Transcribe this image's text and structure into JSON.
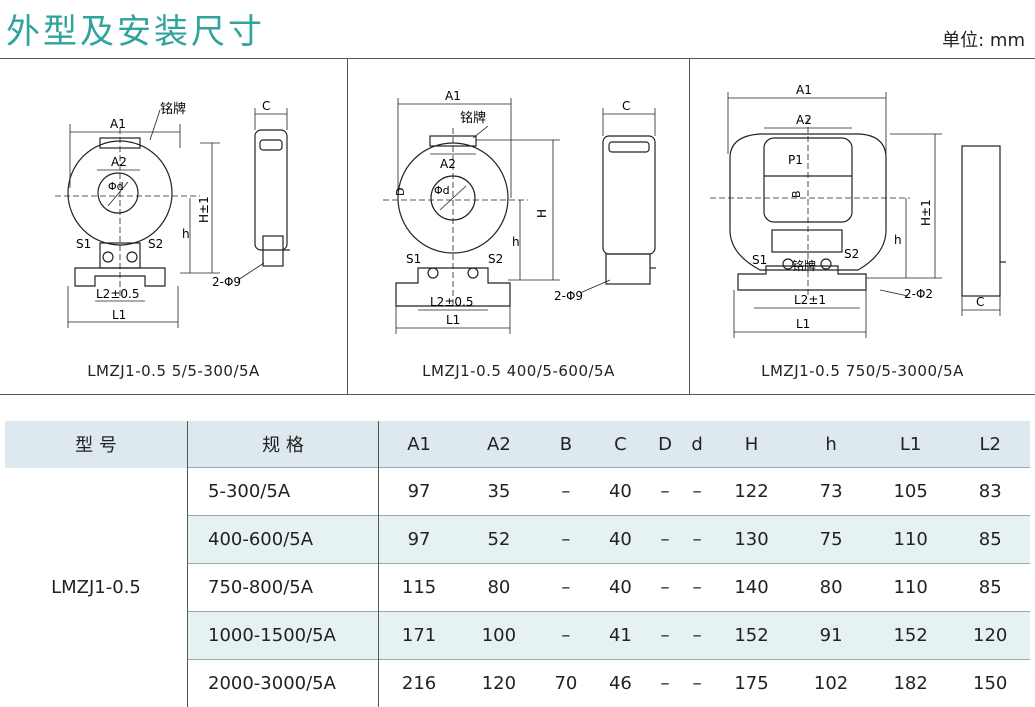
{
  "header": {
    "title": "外型及安装尺寸",
    "unit": "单位: mm"
  },
  "diagrams": [
    {
      "caption": "LMZJ1-0.5 5/5-300/5A",
      "labels": {
        "A1": "A1",
        "A2": "A2",
        "C": "C",
        "plate": "铭牌",
        "phi_d": "Φd",
        "S1": "S1",
        "S2": "S2",
        "h": "h",
        "H": "H±1",
        "L2": "L2±0.5",
        "L1": "L1",
        "hole": "2-Φ9"
      }
    },
    {
      "caption": "LMZJ1-0.5 400/5-600/5A",
      "labels": {
        "A1": "A1",
        "A2": "A2",
        "C": "C",
        "plate": "铭牌",
        "phi_d": "Φd",
        "D": "D",
        "S1": "S1",
        "S2": "S2",
        "h": "h",
        "H": "H",
        "L2": "L2±0.5",
        "L1": "L1",
        "hole": "2-Φ9"
      }
    },
    {
      "caption": "LMZJ1-0.5 750/5-3000/5A",
      "labels": {
        "A1": "A1",
        "A2": "A2",
        "C": "C",
        "P1": "P1",
        "B": "B",
        "plate": "铭牌",
        "S1": "S1",
        "S2": "S2",
        "h": "h",
        "H": "H±1",
        "L2": "L2±1",
        "L1": "L1",
        "hole": "2-Φ2"
      }
    }
  ],
  "table": {
    "headers": [
      "型 号",
      "规 格",
      "A1",
      "A2",
      "B",
      "C",
      "D",
      "d",
      "H",
      "h",
      "L1",
      "L2"
    ],
    "model": "LMZJ1-0.5",
    "rows": [
      {
        "spec": "5-300/5A",
        "vals": [
          "97",
          "35",
          "–",
          "40",
          "–",
          "–",
          "122",
          "73",
          "105",
          "83"
        ]
      },
      {
        "spec": "400-600/5A",
        "vals": [
          "97",
          "52",
          "–",
          "40",
          "–",
          "–",
          "130",
          "75",
          "110",
          "85"
        ]
      },
      {
        "spec": "750-800/5A",
        "vals": [
          "115",
          "80",
          "–",
          "40",
          "–",
          "–",
          "140",
          "80",
          "110",
          "85"
        ]
      },
      {
        "spec": "1000-1500/5A",
        "vals": [
          "171",
          "100",
          "–",
          "41",
          "–",
          "–",
          "152",
          "91",
          "152",
          "120"
        ]
      },
      {
        "spec": "2000-3000/5A",
        "vals": [
          "216",
          "120",
          "70",
          "46",
          "–",
          "–",
          "175",
          "102",
          "182",
          "150"
        ]
      }
    ]
  }
}
